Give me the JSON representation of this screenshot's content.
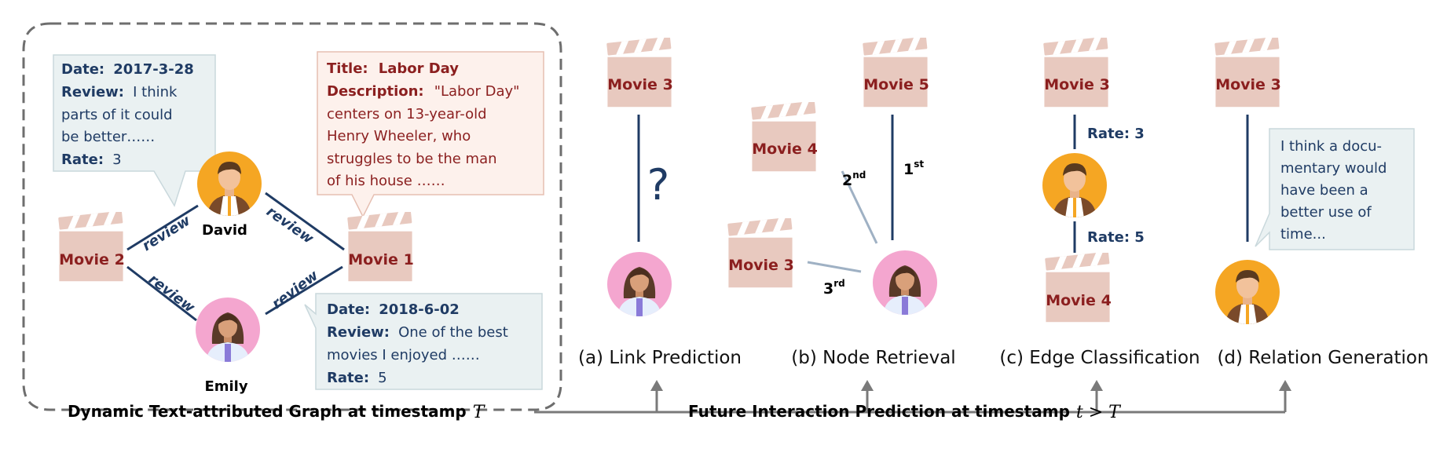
{
  "left_panel": {
    "title": "Dynamic Text-attributed Graph at timestamp",
    "title_math": "T",
    "movie1": "Movie 1",
    "movie2": "Movie 2",
    "david": "David",
    "emily": "Emily",
    "edge_label": "review",
    "review1": {
      "date_key": "Date:",
      "date_val": "2017-3-28",
      "review_key": "Review:",
      "lines": [
        "I think",
        "parts of it could",
        "be better……"
      ],
      "rate_key": "Rate:",
      "rate_val": "3"
    },
    "movie_info": {
      "title_key": "Title:",
      "title_val": "Labor Day",
      "desc_key": "Description:",
      "lines": [
        "\"Labor Day\"",
        "centers on 13-year-old",
        "Henry Wheeler, who",
        "struggles to be the man",
        "of his house ……"
      ]
    },
    "review2": {
      "date_key": "Date:",
      "date_val": "2018-6-02",
      "review_key": "Review:",
      "lines": [
        "One of the best",
        "movies I enjoyed ……"
      ],
      "rate_key": "Rate:",
      "rate_val": "5"
    }
  },
  "right_title": {
    "text": "Future Interaction Prediction at timestamp",
    "math": "t > T"
  },
  "panels": {
    "a": {
      "caption": "(a) Link Prediction",
      "movie": "Movie 3",
      "question": "?"
    },
    "b": {
      "caption": "(b) Node Retrieval",
      "movie5": "Movie 5",
      "movie4": "Movie 4",
      "movie3": "Movie 3",
      "rank1": "1",
      "rank1_sup": "st",
      "rank2": "2",
      "rank2_sup": "nd",
      "rank3": "3",
      "rank3_sup": "rd"
    },
    "c": {
      "caption": "(c) Edge Classification",
      "movie3": "Movie 3",
      "movie4": "Movie 4",
      "rate_top": "Rate: 3",
      "rate_bottom": "Rate: 5"
    },
    "d": {
      "caption": "(d) Relation Generation",
      "movie": "Movie 3",
      "lines": [
        "I think a docu-",
        "mentary would",
        "have been a",
        "better use of",
        "time..."
      ]
    }
  },
  "colors": {
    "clapper_fill": "#e8c9bf",
    "clapper_text": "#8b1f1f",
    "edge_dark": "#1f3b64",
    "edge_light": "#9fb1c4",
    "bubble_blue": "#eaf1f2",
    "bubble_pink": "#fdf1ec",
    "bubble_pink_border": "#e6bfb2"
  }
}
